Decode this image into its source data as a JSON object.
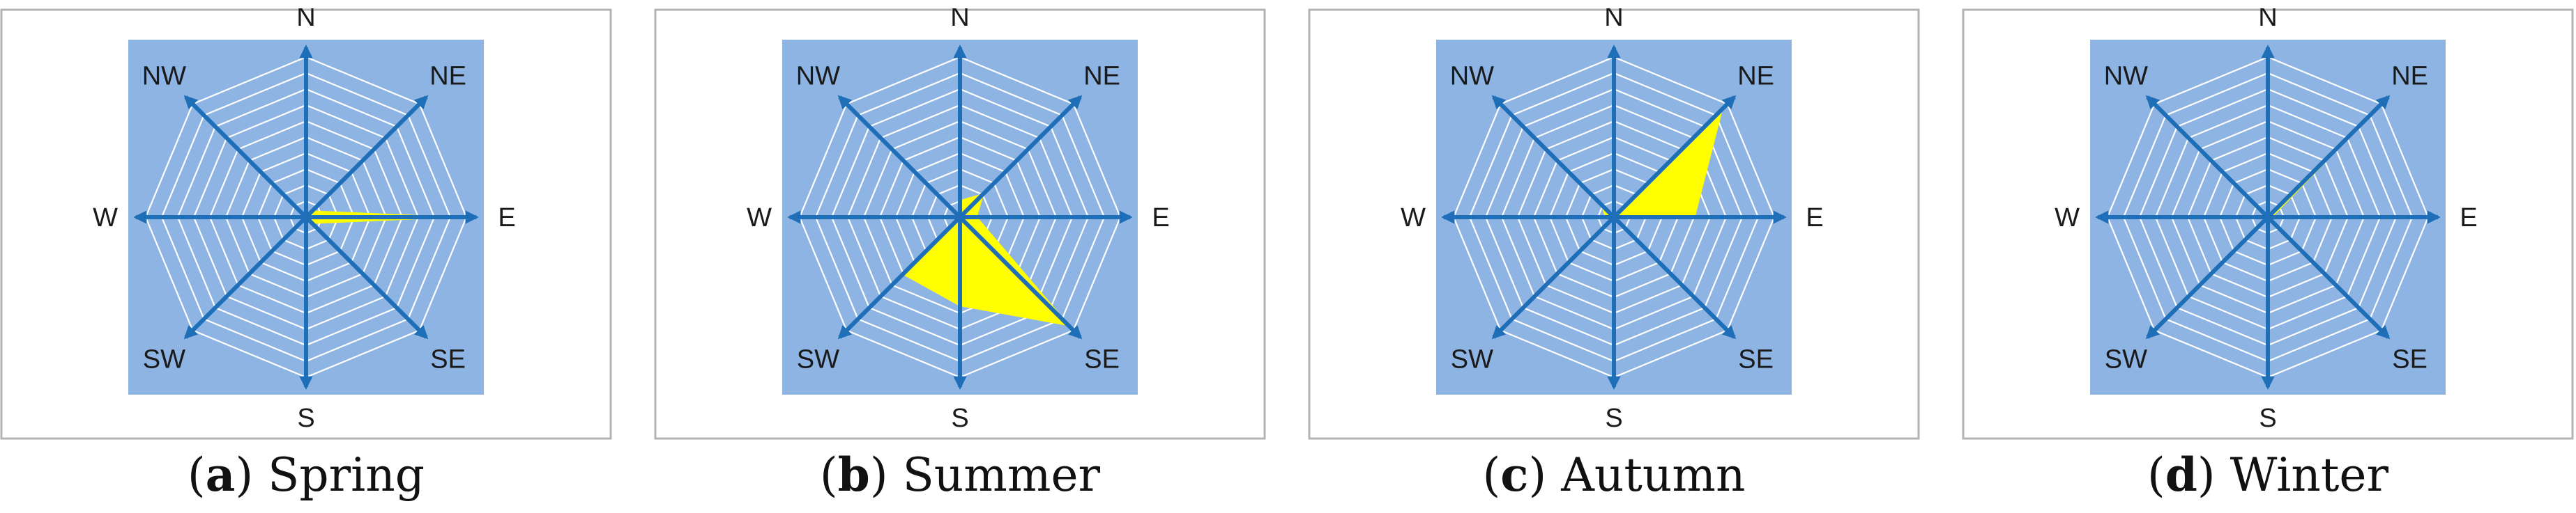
{
  "colors": {
    "plot_background": "#8eb4e3",
    "grid": "#ffffff",
    "axis_arrow": "#1f6fb8",
    "wind_fill": "#ffff00",
    "frame": "#b3b3b3"
  },
  "chart_data": [
    {
      "type": "radar",
      "caption_letter": "a",
      "caption_text": "Spring",
      "directions": [
        "N",
        "NE",
        "E",
        "SE",
        "S",
        "SW",
        "W",
        "NW"
      ],
      "rings": 10,
      "rmax": 1.0,
      "values": [
        0.0,
        0.05,
        0.85,
        0.05,
        0.0,
        0.0,
        0.0,
        0.0
      ]
    },
    {
      "type": "radar",
      "caption_letter": "b",
      "caption_text": "Summer",
      "directions": [
        "N",
        "NE",
        "E",
        "SE",
        "S",
        "SW",
        "W",
        "NW"
      ],
      "rings": 10,
      "rmax": 1.0,
      "values": [
        0.1,
        0.2,
        0.1,
        0.95,
        0.55,
        0.5,
        0.0,
        0.0
      ]
    },
    {
      "type": "radar",
      "caption_letter": "c",
      "caption_text": "Autumn",
      "directions": [
        "N",
        "NE",
        "E",
        "SE",
        "S",
        "SW",
        "W",
        "NW"
      ],
      "rings": 10,
      "rmax": 1.0,
      "values": [
        0.0,
        0.95,
        0.5,
        0.0,
        0.0,
        0.0,
        0.05,
        0.1
      ]
    },
    {
      "type": "radar",
      "caption_letter": "d",
      "caption_text": "Winter",
      "directions": [
        "N",
        "NE",
        "E",
        "SE",
        "S",
        "SW",
        "W",
        "NW"
      ],
      "rings": 10,
      "rmax": 1.0,
      "values": [
        0.0,
        0.92,
        0.02,
        0.0,
        0.0,
        0.0,
        0.0,
        0.02
      ]
    }
  ]
}
